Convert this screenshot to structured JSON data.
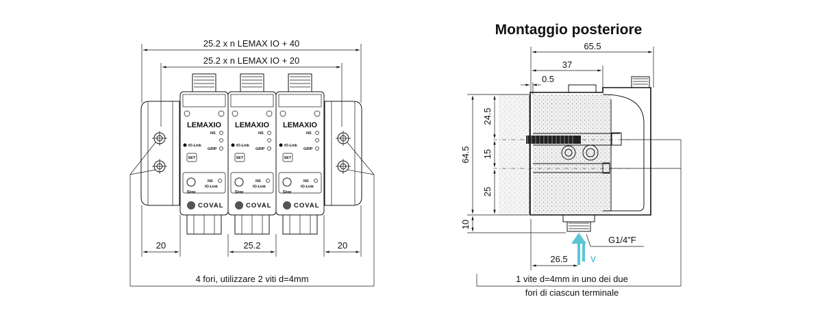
{
  "left_view": {
    "dim_overall": "25.2 x n LEMAX IO + 40",
    "dim_inner": "25.2 x n LEMAX IO + 20",
    "dim_left_end": "20",
    "dim_pitch": "25.2",
    "dim_right_end": "20",
    "note_holes": "4 fori, utilizzare 2 viti d=4mm",
    "module": {
      "brand": "LEMAXIO",
      "indicator_ns": "NS",
      "indicator_grip": "GRIP",
      "iolink": "IO-Link",
      "set_button": "SET",
      "slow": "Slow",
      "ns": "NS",
      "iolink_short": "IO-Link",
      "logo": "COVAL"
    }
  },
  "right_view": {
    "title": "Montaggio posteriore",
    "dim_width": "65.5",
    "dim_37": "37",
    "dim_05": "0.5",
    "dim_height": "64.5",
    "dim_24_5": "24.5",
    "dim_15": "15",
    "dim_25": "25",
    "dim_10": "10",
    "dim_26_5": "26.5",
    "thread": "G1/4\"F",
    "vacuum_symbol": "V",
    "note_line1": "1 vite d=4mm in uno dei due",
    "note_line2": "fori di ciascun terminale"
  },
  "colors": {
    "line": "#111111",
    "vacuum_arrow": "#5bc4d6",
    "foam_fill": "#e9e9e9"
  }
}
